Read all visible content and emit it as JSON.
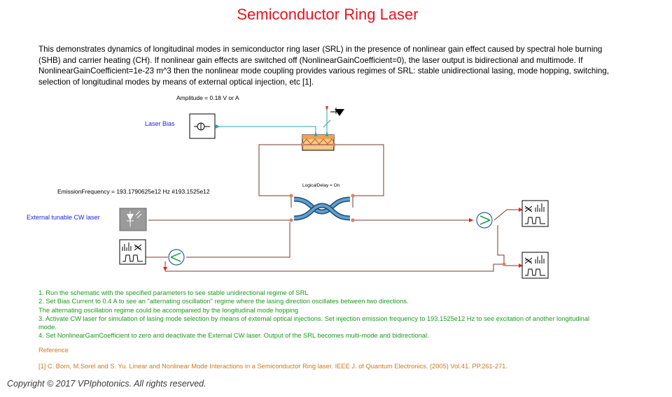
{
  "title": "Semiconductor Ring Laser",
  "description": "This demonstrates dynamics of longitudinal modes in semiconductor ring laser (SRL) in the presence of nonlinear gain effect caused by spectral hole burning (SHB) and carrier heating (CH). If nonlinear gain effects are switched off (NonlinearGainCoefficient=0), the laser output is bidirectional and multimode. If NonlinearGainCoefficient=1e-23 m^3 then the nonlinear mode coupling provides various regimes of SRL: stable unidirectional lasing, mode hopping, switching, selection of longitudinal modes by means of external optical injection, etc [1].",
  "schematic": {
    "amplitude_label": "Amplitude = 0.18 V or A",
    "laser_bias_label": "Laser Bias",
    "logical_delay_label": "LogicalDelay = On",
    "emission_frequency_label": "EmissionFrequency = 193.1790625e12 Hz #193.1525e12",
    "external_laser_label": "External tunable CW  laser"
  },
  "notes": [
    "1. Run the schematic with the specified parameters to see stable unidirectional regime of SRL",
    "2. Set Bias Current to 0.4 A  to see an \"alternating oscillation\" regime where the lasing direction oscillates   between two directions.",
    "The alternating oscillation regime could be accompanied by the longitudinal mode hopping",
    "3. Activate CW laser for simulation of lasing mode selection by means of external optical injections. Set injection emission frequency to 193.1525e12 Hz to see excitation of another longitudinal mode.",
    "4. Set NonlinearGainCoefficient to zero and deactivate the External CW laser. Output of the SRL becomes multi-mode and bidirectional."
  ],
  "reference_heading": "Reference",
  "reference_item": "[1] C. Born, M.Sorel and S. Yu. Linear and Nonlinear Mode Interactions in a Semiconductor Ring laser. IEEE J. of Quantum Electronics. (2005) Vol.41. PP.261-271.",
  "copyright": "Copyright © 2017 VPIphotonics. All rights reserved.",
  "colors": {
    "title": "#e8141e",
    "notes": "#1a9a1a",
    "reference": "#c87a1e",
    "label_blue": "#1c1ce0",
    "wire": "#7a3a2a",
    "electrical_wire": "#2aa0b0",
    "port": "#e0806a",
    "coupler": "#3c78a8",
    "amplifier": "#f0b060"
  },
  "icons": [
    "dc-source-icon",
    "soa-amplifier-icon",
    "ground-icon",
    "x-coupler-icon",
    "cw-laser-icon",
    "optical-analyzer-icon",
    "splitter-icon"
  ]
}
